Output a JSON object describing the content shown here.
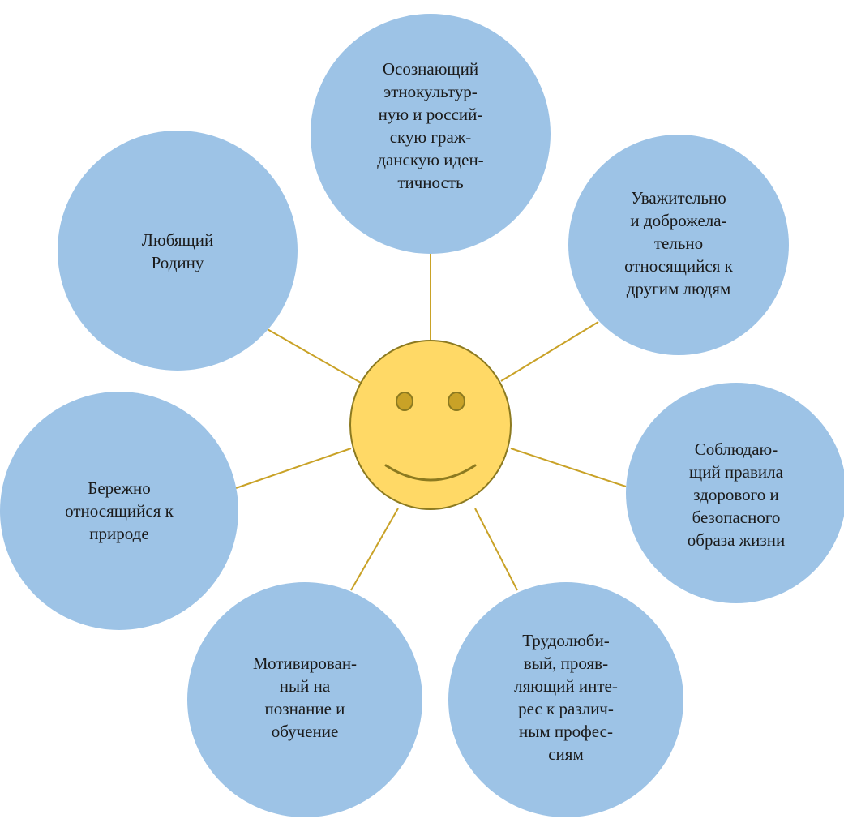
{
  "diagram": {
    "center": {
      "label": "smiley-face",
      "fill": "#FFD966",
      "stroke": "#8C7A20"
    },
    "bubble_fill": "#9DC3E6",
    "connector_color": "#C9A227",
    "bubbles": [
      {
        "id": "top",
        "text": "Осознающий\nэтнокультур-\nную и россий-\nскую граж-\nданскую иден-\nтичность"
      },
      {
        "id": "top-right",
        "text": "Уважительно\nи доброжела-\nтельно\nотносящийся к\nдругим людям"
      },
      {
        "id": "right",
        "text": "Соблюдаю-\nщий правила\nздорового и\nбезопасного\nобраза жизни"
      },
      {
        "id": "bottom-right",
        "text": "Трудолюби-\nвый, прояв-\nляющий инте-\nрес к различ-\nным профес-\nсиям"
      },
      {
        "id": "bottom-left",
        "text": "Мотивирован-\nный на\nпознание и\nобучение"
      },
      {
        "id": "left",
        "text": "Бережно\nотносящийся к\nприроде"
      },
      {
        "id": "top-left",
        "text": "Любящий\nРодину"
      }
    ]
  }
}
